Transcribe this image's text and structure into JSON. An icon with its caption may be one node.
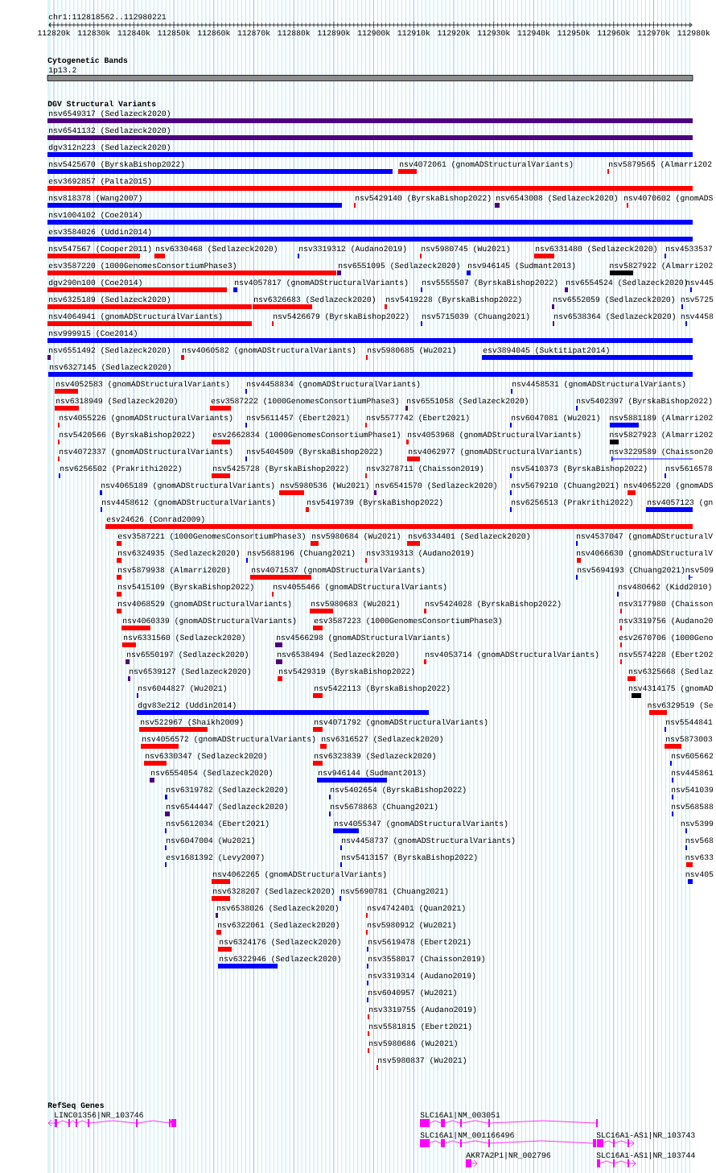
{
  "diagram": {
    "nodes": [
      {
        "text": [
          "1p13.2"
        ]
      },
      {
        "text": [
          "nsv6549317 (Sedlazeck2020)"
        ]
      },
      {
        "text": [
          "nsv6541132 (Sedlazeck2020)"
        ]
      },
      {
        "text": [
          "dgv312n223 (Sedlazeck2020)"
        ]
      },
      {
        "text": [
          "nsv5425670 (ByrskaBishop2022)"
        ]
      },
      {
        "text": [
          "nsv4072061 (gnomADStructuralVariants)"
        ]
      },
      {
        "text": [
          "nsv5879565 (Almarri202"
        ]
      },
      {
        "text": [
          "esv3692857 (Palta2015)"
        ]
      },
      {
        "text": [
          "nsv818378 (Wang2007)"
        ]
      },
      {
        "text": [
          "nsv5429140 (ByrskaBishop2022)"
        ]
      },
      {
        "text": [
          "nsv6543008 (Sedlazeck2020)"
        ]
      },
      {
        "text": [
          "nsv4070602 (gnomADS"
        ]
      },
      {
        "text": [
          "nsv1004102 (Coe2014)"
        ]
      },
      {
        "text": [
          "esv3584026 (Uddin2014)"
        ]
      },
      {
        "text": [
          "nsv547567 (Cooper2011)"
        ]
      },
      {
        "text": [
          "nsv6330468 (Sedlazeck2020)"
        ]
      },
      {
        "text": [
          "nsv3319312 (Audano2019)"
        ]
      },
      {
        "text": [
          "nsv5980745 (Wu2021)"
        ]
      },
      {
        "text": [
          "nsv6331480 (Sedlazeck2020)"
        ]
      },
      {
        "text": [
          "nsv4533537"
        ]
      },
      {
        "text": [
          "esv3587220 (1000GenomesConsortiumPhase3)"
        ]
      },
      {
        "text": [
          "nsv6551095 (Sedlazeck2020)"
        ]
      },
      {
        "text": [
          "nsv946145 (Sudmant2013)"
        ]
      },
      {
        "text": [
          "nsv5827922 (Almarri202"
        ]
      },
      {
        "text": [
          "dgv290n100 (Coe2014)"
        ]
      },
      {
        "text": [
          "nsv4057817 (gnomADStructuralVariants)"
        ]
      },
      {
        "text": [
          "nsv5555507 (ByrskaBishop2022)"
        ]
      },
      {
        "text": [
          "nsv6554524 (Sedlazeck2020)"
        ]
      },
      {
        "text": [
          "nsv445"
        ]
      },
      {
        "text": [
          "nsv6325189 (Sedlazeck2020)"
        ]
      },
      {
        "text": [
          "nsv6326683 (Sedlazeck2020)"
        ]
      },
      {
        "text": [
          "nsv5419228 (ByrskaBishop2022)"
        ]
      },
      {
        "text": [
          "nsv6552059 (Sedlazeck2020)"
        ]
      },
      {
        "text": [
          "nsv5725"
        ]
      },
      {
        "text": [
          "nsv4064941 (gnomADStructuralVariants)"
        ]
      },
      {
        "text": [
          "nsv5426679 (ByrskaBishop2022)"
        ]
      },
      {
        "text": [
          "nsv5715039 (Chuang2021)"
        ]
      },
      {
        "text": [
          "nsv6538364 (Sedlazeck2020)"
        ]
      },
      {
        "text": [
          "nsv4458"
        ]
      },
      {
        "text": [
          "nsv999915 (Coe2014)"
        ]
      },
      {
        "text": [
          "nsv6551492 (Sedlazeck2020)"
        ]
      },
      {
        "text": [
          "nsv4060582 (gnomADStructuralVariants)"
        ]
      },
      {
        "text": [
          "nsv5980685 (Wu2021)"
        ]
      },
      {
        "text": [
          "esv3894045 (Suktitipat2014)"
        ]
      },
      {
        "text": [
          "nsv6327145 (Sedlazeck2020)"
        ]
      },
      {
        "text": [
          "nsv4052583 (gnomADStructuralVariants)"
        ]
      },
      {
        "text": [
          "nsv4458834 (gnomADStructuralVariants)"
        ]
      },
      {
        "text": [
          "nsv4458531 (gnomADStructuralVariants)"
        ]
      },
      {
        "text": [
          "nsv6318949 (Sedlazeck2020)"
        ]
      },
      {
        "text": [
          "esv3587222 (1000GenomesConsortiumPhase3)"
        ]
      },
      {
        "text": [
          "nsv6551058 (Sedlazeck2020)"
        ]
      },
      {
        "text": [
          "nsv5402397 (ByrskaBishop2022)"
        ]
      },
      {
        "text": [
          "nsv4055226 (gnomADStructuralVariants)"
        ]
      },
      {
        "text": [
          "nsv5611457 (Ebert2021)"
        ]
      },
      {
        "text": [
          "nsv5577742 (Ebert2021)"
        ]
      },
      {
        "text": [
          "nsv6047081 (Wu2021)"
        ]
      },
      {
        "text": [
          "nsv5881189 (Almarri202"
        ]
      },
      {
        "text": [
          "nsv5420566 (ByrskaBishop2022)"
        ]
      },
      {
        "text": [
          "esv2662834 (1000GenomesConsortiumPhase1)"
        ]
      },
      {
        "text": [
          "nsv4053968 (gnomADStructuralVariants)"
        ]
      },
      {
        "text": [
          "nsv5827923 (Almarri202"
        ]
      },
      {
        "text": [
          "nsv4072337 (gnomADStructuralVariants)"
        ]
      },
      {
        "text": [
          "nsv5404509 (ByrskaBishop2022)"
        ]
      },
      {
        "text": [
          "nsv4062977 (gnomADStructuralVariants)"
        ]
      },
      {
        "text": [
          "nsv3229589 (Chaisson20"
        ]
      },
      {
        "text": [
          "nsv6256502 (Prakrithi2022)"
        ]
      },
      {
        "text": [
          "nsv5425728 (ByrskaBishop2022)"
        ]
      },
      {
        "text": [
          "nsv3278711 (Chaisson2019)"
        ]
      },
      {
        "text": [
          "nsv5410373 (ByrskaBishop2022)"
        ]
      },
      {
        "text": [
          "nsv5616578"
        ]
      },
      {
        "text": [
          "nsv4065189 (gnomADStructuralVariants)"
        ]
      },
      {
        "text": [
          "nsv5980536 (Wu2021)"
        ]
      },
      {
        "text": [
          "nsv6541570 (Sedlazeck2020)"
        ]
      },
      {
        "text": [
          "nsv5679210 (Chuang2021)"
        ]
      },
      {
        "text": [
          "nsv4065220 (gnomADS"
        ]
      },
      {
        "text": [
          "nsv4458612 (gnomADStructuralVariants)"
        ]
      },
      {
        "text": [
          "nsv5419739 (ByrskaBishop2022)"
        ]
      },
      {
        "text": [
          "nsv6256513 (Prakrithi2022)"
        ]
      },
      {
        "text": [
          "nsv4057123 (gn"
        ]
      },
      {
        "text": [
          "esv24626 (Conrad2009)"
        ]
      },
      {
        "text": [
          "esv3587221 (1000GenomesConsortiumPhase3)"
        ]
      },
      {
        "text": [
          "nsv5980684 (Wu2021)"
        ]
      },
      {
        "text": [
          "nsv6334401 (Sedlazeck2020)"
        ]
      },
      {
        "text": [
          "nsv4537047 (gnomADStructuralV"
        ]
      },
      {
        "text": [
          "nsv6324935 (Sedlazeck2020)"
        ]
      },
      {
        "text": [
          "nsv5688196 (Chuang2021)"
        ]
      },
      {
        "text": [
          "nsv3319313 (Audano2019)"
        ]
      },
      {
        "text": [
          "nsv4066630 (gnomADStructuralV"
        ]
      },
      {
        "text": [
          "nsv5879938 (Almarri2020)"
        ]
      },
      {
        "text": [
          "nsv4071537 (gnomADStructuralVariants)"
        ]
      },
      {
        "text": [
          "nsv5694193 (Chuang2021)"
        ]
      },
      {
        "text": [
          "nsv509"
        ]
      },
      {
        "text": [
          "nsv5415109 (ByrskaBishop2022)"
        ]
      },
      {
        "text": [
          "nsv4055466 (gnomADStructuralVariants)"
        ]
      },
      {
        "text": [
          "nsv480662 (Kidd2010)"
        ]
      },
      {
        "text": [
          "nsv4068529 (gnomADStructuralVariants)"
        ]
      },
      {
        "text": [
          "nsv5980683 (Wu2021)"
        ]
      },
      {
        "text": [
          "nsv5424028 (ByrskaBishop2022)"
        ]
      },
      {
        "text": [
          "nsv3177980 (Chaisson"
        ]
      },
      {
        "text": [
          "nsv4060339 (gnomADStructuralVariants)"
        ]
      },
      {
        "text": [
          "esv3587223 (1000GenomesConsortiumPhase3)"
        ]
      },
      {
        "text": [
          "nsv3319756 (Audano20"
        ]
      },
      {
        "text": [
          "nsv6331560 (Sedlazeck2020)"
        ]
      },
      {
        "text": [
          "nsv4566298 (gnomADStructuralVariants)"
        ]
      },
      {
        "text": [
          "esv2670706 (1000Geno"
        ]
      },
      {
        "text": [
          "nsv6550197 (Sedlazeck2020)"
        ]
      },
      {
        "text": [
          "nsv6538494 (Sedlazeck2020)"
        ]
      },
      {
        "text": [
          "nsv4053714 (gnomADStructuralVariants)"
        ]
      },
      {
        "text": [
          "nsv5574228 (Ebert202"
        ]
      },
      {
        "text": [
          "nsv6539127 (Sedlazeck2020)"
        ]
      },
      {
        "text": [
          "nsv5429319 (ByrskaBishop2022)"
        ]
      },
      {
        "text": [
          "nsv6325668 (Sedlaz"
        ]
      },
      {
        "text": [
          "nsv6044827 (Wu2021)"
        ]
      },
      {
        "text": [
          "nsv5422113 (ByrskaBishop2022)"
        ]
      },
      {
        "text": [
          "nsv4314175 (gnomAD"
        ]
      },
      {
        "text": [
          "dgv83e212 (Uddin2014)"
        ]
      },
      {
        "text": [
          "nsv6329519 (Se"
        ]
      },
      {
        "text": [
          "nsv522967 (Shaikh2009)"
        ]
      },
      {
        "text": [
          "nsv4071792 (gnomADStructuralVariants)"
        ]
      },
      {
        "text": [
          "nsv5544841"
        ]
      },
      {
        "text": [
          "nsv4056572 (gnomADStructuralVariants)"
        ]
      },
      {
        "text": [
          "nsv6316527 (Sedlazeck2020)"
        ]
      },
      {
        "text": [
          "nsv5873003"
        ]
      },
      {
        "text": [
          "nsv6330347 (Sedlazeck2020)"
        ]
      },
      {
        "text": [
          "nsv6323839 (Sedlazeck2020)"
        ]
      },
      {
        "text": [
          "nsv605662"
        ]
      },
      {
        "text": [
          "nsv6554054 (Sedlazeck2020)"
        ]
      },
      {
        "text": [
          "nsv946144 (Sudmant2013)"
        ]
      },
      {
        "text": [
          "nsv445861"
        ]
      },
      {
        "text": [
          "nsv6319782 (Sedlazeck2020)"
        ]
      },
      {
        "text": [
          "nsv5402654 (ByrskaBishop2022)"
        ]
      },
      {
        "text": [
          "nsv541039"
        ]
      },
      {
        "text": [
          "nsv6544447 (Sedlazeck2020)"
        ]
      },
      {
        "text": [
          "nsv5678863 (Chuang2021)"
        ]
      },
      {
        "text": [
          "nsv568588"
        ]
      },
      {
        "text": [
          "nsv5612034 (Ebert2021)"
        ]
      },
      {
        "text": [
          "nsv4055347 (gnomADStructuralVariants)"
        ]
      },
      {
        "text": [
          "nsv5399"
        ]
      },
      {
        "text": [
          "nsv6047004 (Wu2021)"
        ]
      },
      {
        "text": [
          "nsv4458737 (gnomADStructuralVariants)"
        ]
      },
      {
        "text": [
          "nsv568"
        ]
      },
      {
        "text": [
          "esv1681392 (Levy2007)"
        ]
      },
      {
        "text": [
          "nsv5413157 (ByrskaBishop2022)"
        ]
      },
      {
        "text": [
          "nsv633"
        ]
      },
      {
        "text": [
          "nsv4062265 (gnomADStructuralVariants)"
        ]
      },
      {
        "text": [
          "nsv405"
        ]
      },
      {
        "text": [
          "nsv6328207 (Sedlazeck2020)"
        ]
      },
      {
        "text": [
          "nsv5690781 (Chuang2021)"
        ]
      },
      {
        "text": [
          "nsv6538026 (Sedlazeck2020)"
        ]
      },
      {
        "text": [
          "nsv4742401 (Quan2021)"
        ]
      },
      {
        "text": [
          "nsv6322061 (Sedlazeck2020)"
        ]
      },
      {
        "text": [
          "nsv5980912 (Wu2021)"
        ]
      },
      {
        "text": [
          "nsv6324176 (Sedlazeck2020)"
        ]
      },
      {
        "text": [
          "nsv5619478 (Ebert2021)"
        ]
      },
      {
        "text": [
          "nsv6322946 (Sedlazeck2020)"
        ]
      },
      {
        "text": [
          "nsv3558017 (Chaisson2019)"
        ]
      },
      {
        "text": [
          "nsv3319314 (Audano2019)"
        ]
      },
      {
        "text": [
          "nsv6040957 (Wu2021)"
        ]
      },
      {
        "text": [
          "nsv3319755 (Audano2019)"
        ]
      },
      {
        "text": [
          "nsv5581815 (Ebert2021)"
        ]
      },
      {
        "text": [
          "nsv5980686 (Wu2021)"
        ]
      },
      {
        "text": [
          "nsv5980837 (Wu2021)"
        ]
      },
      {
        "text": [
          "LINC01356|NR_103746"
        ]
      },
      {
        "text": [
          "SLC16A1|NM_003051"
        ]
      },
      {
        "text": [
          "SLC16A1|NM_001166496"
        ]
      },
      {
        "text": [
          "SLC16A1-AS1|NR_103743"
        ]
      },
      {
        "text": [
          "AKR7A2P1|NR_002796"
        ]
      },
      {
        "text": [
          "SLC16A1-AS1|NR_103744"
        ]
      }
    ],
    "labels": [
      "chr1:112818562..112980221",
      "112820k",
      "112830k",
      "112840k",
      "112850k",
      "112860k",
      "112870k",
      "112880k",
      "112890k",
      "112900k",
      "112910k",
      "112920k",
      "112930k",
      "112940k",
      "112950k",
      "112960k",
      "112970k",
      "112980k",
      "Cytogenetic Bands",
      "DGV Structural Variants",
      "RefSeq Genes"
    ]
  }
}
